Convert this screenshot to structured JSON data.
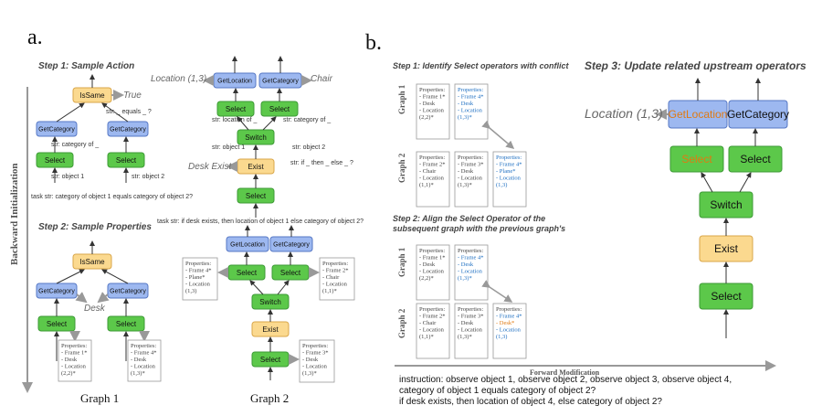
{
  "panel_a": {
    "letter": "a.",
    "side_label": "Backward Initialization",
    "step1_title": "Step 1: Sample Action",
    "step2_title": "Step 2: Sample Properties",
    "graph1_label": "Graph 1",
    "graph2_label": "Graph 2",
    "task_str_1": "task str: category of object 1 equals category of object 2?",
    "task_str_2": "task str: if desk exists, then location of object 1 else category of object 2?",
    "ops": {
      "issame": "IsSame",
      "getcategory": "GetCategory",
      "getlocation": "GetLocation",
      "select": "Select",
      "switch": "Switch",
      "exist": "Exist"
    },
    "outputs": {
      "true": "True",
      "desk": "Desk",
      "desk_exist": "Desk Exist",
      "location": "Location (1,3)",
      "chair": "Chair"
    },
    "strs": {
      "equals": "str: _ equals _ ?",
      "category_of": "str: category of _",
      "object1": "str: object 1",
      "object2": "str: object 2",
      "location_of": "str: location of _",
      "if_then_else": "str: if _ then _ else _ ?"
    },
    "prop_boxes": {
      "g1_left": [
        "Properties:",
        "- Frame 1*",
        "- Desk",
        "- Location",
        "(2,2)*"
      ],
      "g1_right": [
        "Properties:",
        "- Frame 4*",
        "- Desk",
        "- Location",
        "(1,3)*"
      ],
      "g2_left": [
        "Properties:",
        "- Frame 4*",
        "- Plane*",
        "- Location",
        "(1,3)"
      ],
      "g2_right": [
        "Properties:",
        "- Frame 2*",
        "- Chair",
        "- Location",
        "(1,1)*"
      ],
      "g2_bottom": [
        "Properties:",
        "- Frame 3*",
        "- Desk",
        "- Location",
        "(1,3)*"
      ]
    }
  },
  "panel_b": {
    "letter": "b.",
    "step1_title": "Step 1: Identify Select operators with conflict",
    "step2_title": "Step 2: Align the Select Operator of the subsequent graph with the previous graph's",
    "step3_title": "Step 3: Update related upstream operators",
    "graph1": "Graph 1",
    "graph2": "Graph 2",
    "forward_label": "Forward Modification",
    "location_out": "Location (1,3)",
    "ops": {
      "getlocation": "GetLocation",
      "getcategory": "GetCategory",
      "select": "Select",
      "switch": "Switch",
      "exist": "Exist"
    },
    "s1_boxes": {
      "g1a": [
        "Properties:",
        "- Frame 1*",
        "- Desk",
        "- Location",
        "(2,2)*"
      ],
      "g1b": [
        "Properties:",
        "- Frame 4*",
        "- Desk",
        "- Location",
        "(1,3)*"
      ],
      "g2a": [
        "Properties:",
        "- Frame 2*",
        "- Chair",
        "- Location",
        "(1,1)*"
      ],
      "g2b": [
        "Properties:",
        "- Frame 3*",
        "- Desk",
        "- Location",
        "(1,3)*"
      ],
      "g2c": [
        "Properties:",
        "- Frame 4*",
        "- Plane*",
        "- Location",
        "(1,3)"
      ]
    },
    "s2_boxes": {
      "g1a": [
        "Properties:",
        "- Frame 1*",
        "- Desk",
        "- Location",
        "(2,2)*"
      ],
      "g1b": [
        "Properties:",
        "- Frame 4*",
        "- Desk",
        "- Location",
        "(1,3)*"
      ],
      "g2a": [
        "Properties:",
        "- Frame 2*",
        "- Chair",
        "- Location",
        "(1,1)*"
      ],
      "g2b": [
        "Properties:",
        "- Frame 3*",
        "- Desk",
        "- Location",
        "(1,3)*"
      ],
      "g2c": [
        "Properties:",
        "- Frame 4*",
        "- Desk*",
        "- Location",
        "(1,3)"
      ]
    },
    "instruction_lines": [
      "instruction: observe object 1, observe object 2, observe object 3, observe object 4,",
      "category of object 1 equals category of object 2?",
      "if desk exists, then location of object 4, else category of object 2?"
    ]
  },
  "colors": {
    "green": "#5cc84a",
    "green_stroke": "#3c9a35",
    "blue": "#9db8f0",
    "blue_stroke": "#5577c4",
    "yellow": "#fbd98f",
    "yellow_stroke": "#d9a64a",
    "prop_blue": "#1e6fc2",
    "prop_orange": "#e07a12",
    "gray_arrow": "#999999"
  }
}
